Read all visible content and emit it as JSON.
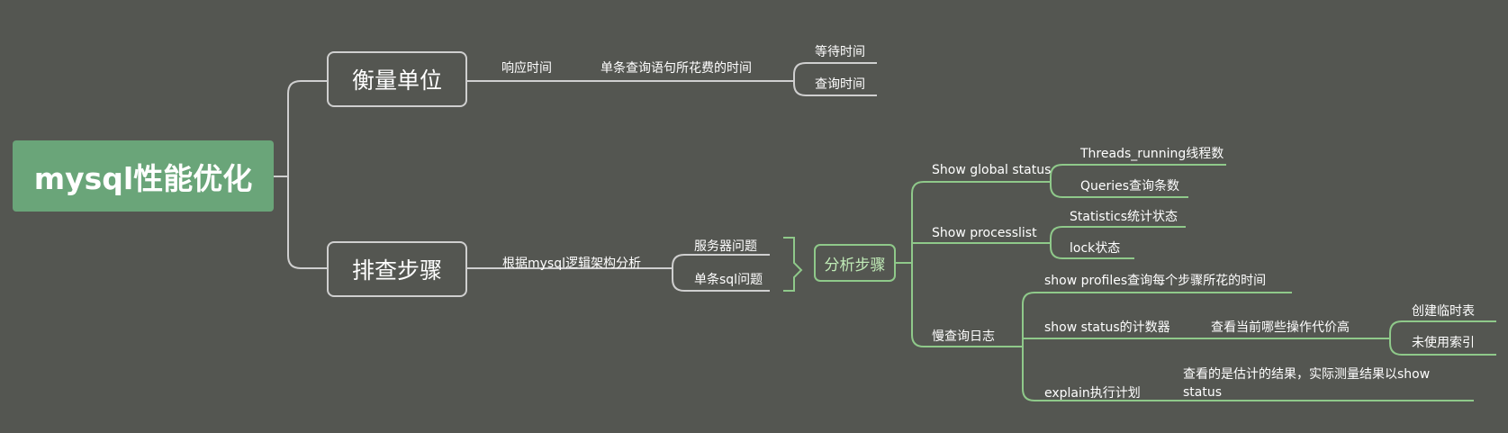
{
  "root": {
    "label": "mysql性能优化"
  },
  "branches": [
    {
      "label": "衡量单位",
      "children": [
        {
          "label": "响应时间",
          "children": [
            {
              "label": "单条查询语句所花费的时间",
              "children": [
                {
                  "label": "等待时间"
                },
                {
                  "label": "查询时间"
                }
              ]
            }
          ]
        }
      ]
    },
    {
      "label": "排查步骤",
      "children": [
        {
          "label": "根据mysql逻辑架构分析",
          "children": [
            {
              "label": "服务器问题"
            },
            {
              "label": "单条sql问题"
            }
          ]
        }
      ]
    }
  ],
  "summary": {
    "label": "分析步骤",
    "children": [
      {
        "label": "Show global status",
        "children": [
          {
            "label": "Threads_running线程数"
          },
          {
            "label": "Queries查询条数"
          }
        ]
      },
      {
        "label": "Show processlist",
        "children": [
          {
            "label": "Statistics统计状态"
          },
          {
            "label": "lock状态"
          }
        ]
      },
      {
        "label": "慢查询日志",
        "children": [
          {
            "label": "show profiles查询每个步骤所花的时间"
          },
          {
            "label": "show status的计数器",
            "children": [
              {
                "label": "查看当前哪些操作代价高",
                "children": [
                  {
                    "label": "创建临时表"
                  },
                  {
                    "label": "未使用索引"
                  }
                ]
              }
            ]
          },
          {
            "label": "explain执行计划",
            "children": [
              {
                "label": "查看的是估计的结果，实际测量结果以show status"
              }
            ]
          }
        ]
      }
    ]
  },
  "colors": {
    "background": "#545651",
    "root_fill": "#6aa579",
    "gray_line": "#cfcfcf",
    "green_line": "#8fc98a",
    "green_text": "#bfeab6"
  }
}
